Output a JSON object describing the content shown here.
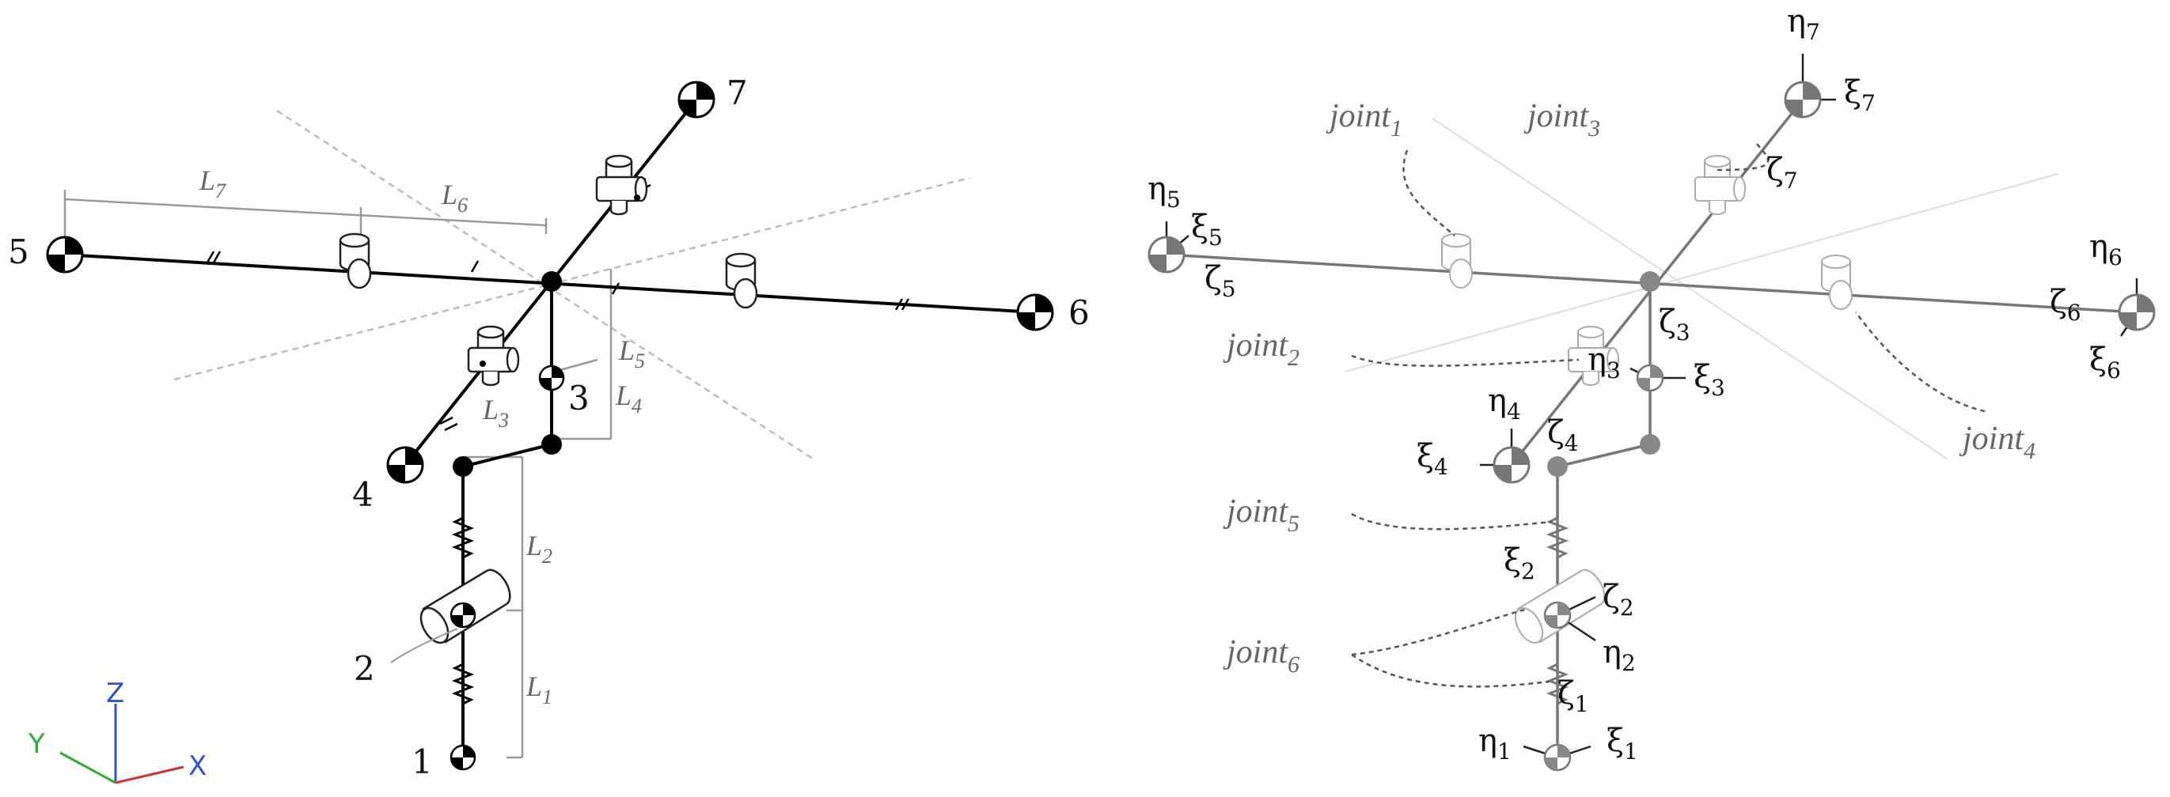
{
  "left": {
    "node_labels": {
      "n1": "1",
      "n2": "2",
      "n3": "3",
      "n4": "4",
      "n5": "5",
      "n6": "6",
      "n7": "7"
    },
    "lengths": {
      "L1": {
        "base": "L",
        "sub": "1"
      },
      "L2": {
        "base": "L",
        "sub": "2"
      },
      "L3": {
        "base": "L",
        "sub": "3"
      },
      "L4": {
        "base": "L",
        "sub": "4"
      },
      "L5": {
        "base": "L",
        "sub": "5"
      },
      "L6": {
        "base": "L",
        "sub": "6"
      },
      "L7": {
        "base": "L",
        "sub": "7"
      }
    }
  },
  "axes": {
    "x": "X",
    "y": "Y",
    "z": "Z",
    "x_color": "#cc3333",
    "y_color": "#33aa33",
    "z_color": "#3355bb"
  },
  "right": {
    "joints": {
      "j1": {
        "base": "joint",
        "sub": "1"
      },
      "j2": {
        "base": "joint",
        "sub": "2"
      },
      "j3": {
        "base": "joint",
        "sub": "3"
      },
      "j4": {
        "base": "joint",
        "sub": "4"
      },
      "j5": {
        "base": "joint",
        "sub": "5"
      },
      "j6": {
        "base": "joint",
        "sub": "6"
      }
    },
    "frames": {
      "eta1": {
        "base": "η",
        "sub": "1"
      },
      "xi1": {
        "base": "ξ",
        "sub": "1"
      },
      "zeta1": {
        "base": "ζ",
        "sub": "1"
      },
      "xi2": {
        "base": "ξ",
        "sub": "2"
      },
      "zeta2": {
        "base": "ζ",
        "sub": "2"
      },
      "eta2": {
        "base": "η",
        "sub": "2"
      },
      "eta3": {
        "base": "η",
        "sub": "3"
      },
      "zeta3": {
        "base": "ζ",
        "sub": "3"
      },
      "xi3": {
        "base": "ξ",
        "sub": "3"
      },
      "eta4": {
        "base": "η",
        "sub": "4"
      },
      "xi4": {
        "base": "ξ",
        "sub": "4"
      },
      "zeta4": {
        "base": "ζ",
        "sub": "4"
      },
      "eta5": {
        "base": "η",
        "sub": "5"
      },
      "xi5": {
        "base": "ξ",
        "sub": "5"
      },
      "zeta5": {
        "base": "ζ",
        "sub": "5"
      },
      "eta6": {
        "base": "η",
        "sub": "6"
      },
      "zeta6": {
        "base": "ζ",
        "sub": "6"
      },
      "xi6": {
        "base": "ξ",
        "sub": "6"
      },
      "eta7": {
        "base": "η",
        "sub": "7"
      },
      "xi7": {
        "base": "ξ",
        "sub": "7"
      },
      "zeta7": {
        "base": "ζ",
        "sub": "7"
      }
    }
  }
}
